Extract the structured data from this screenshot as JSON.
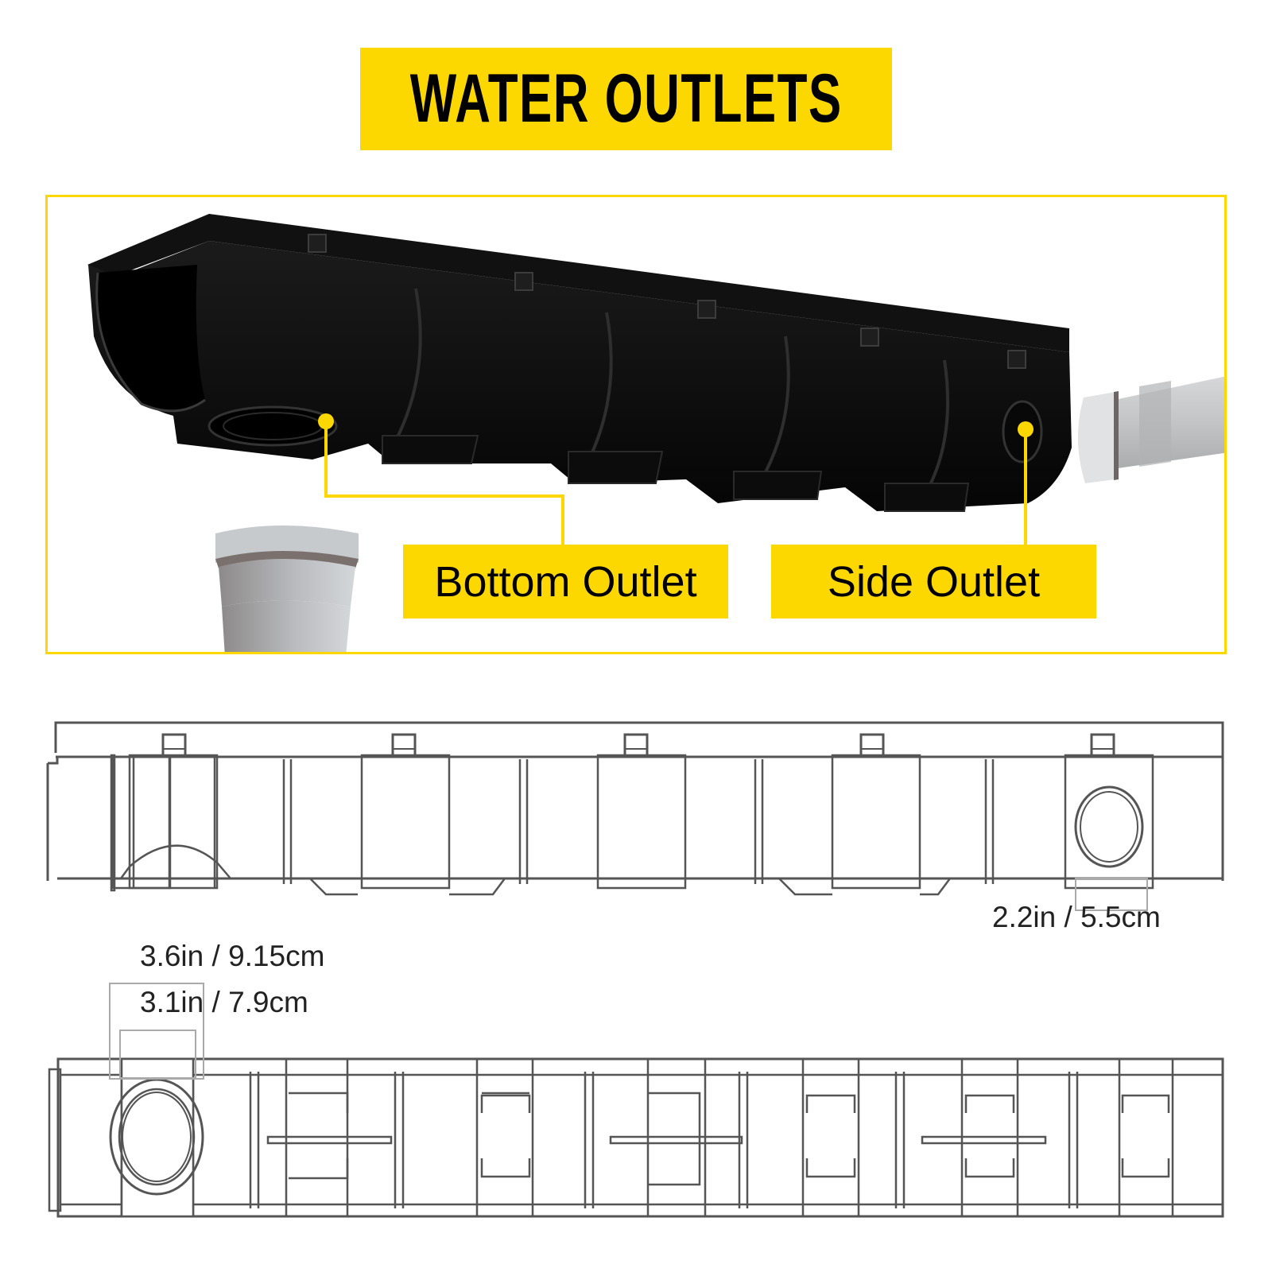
{
  "header": {
    "title": "WATER OUTLETS"
  },
  "photo": {
    "callouts": [
      {
        "label": "Bottom Outlet"
      },
      {
        "label": "Side Outlet"
      }
    ]
  },
  "side_view": {
    "dimension": "2.2in / 5.5cm"
  },
  "bottom_view": {
    "dimension_outer": "3.6in / 9.15cm",
    "dimension_inner": "3.1in / 7.9cm"
  },
  "colors": {
    "accent": "#FDD800",
    "drain": "#0a0a0a",
    "pipe": "#c9cbcd",
    "line": "#555555"
  }
}
